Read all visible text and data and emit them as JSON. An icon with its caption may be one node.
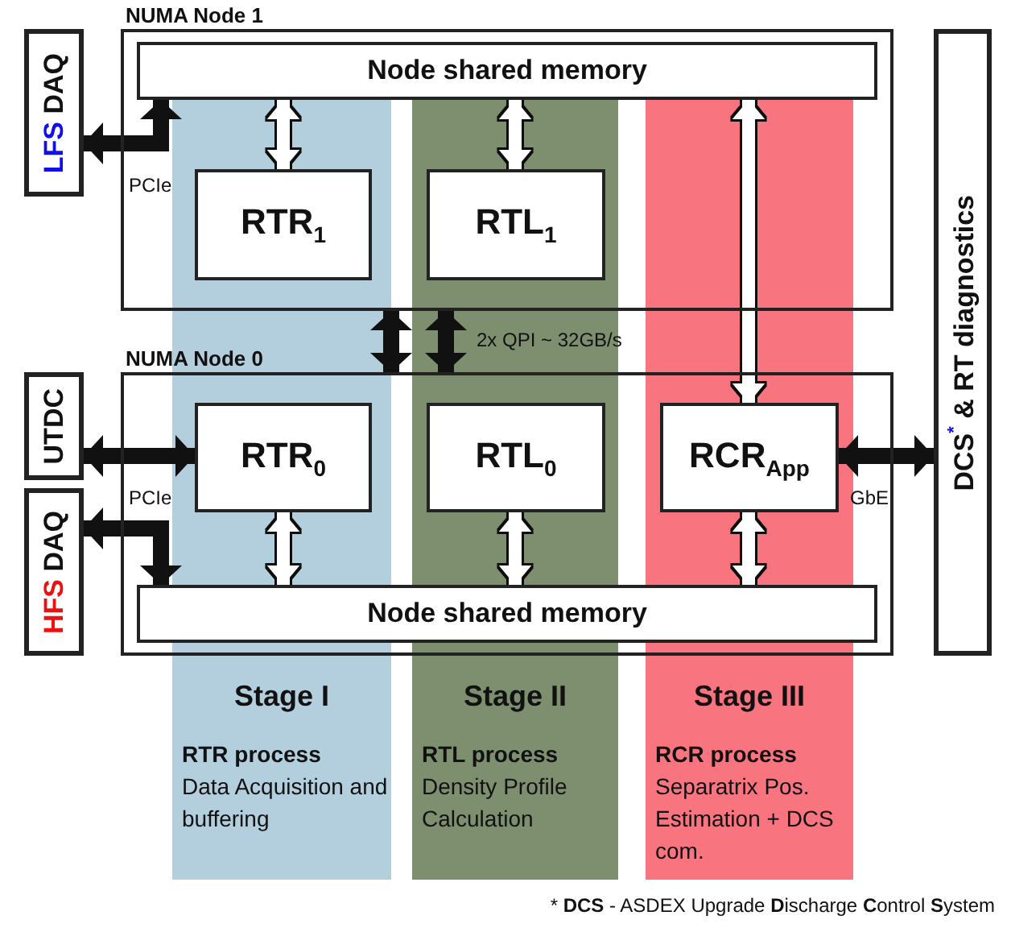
{
  "diagram": {
    "nodes": [
      {
        "text": [
          "NUMA Node 1"
        ]
      },
      {
        "text": [
          "Node shared memory"
        ],
        "in": 0
      },
      {
        "text": [
          "RTR$_{1}$"
        ],
        "in": 0
      },
      {
        "text": [
          "RTL$_{1}$"
        ],
        "in": 0
      },
      {
        "text": [
          "LFS DAQ"
        ]
      },
      {
        "text": [
          "NUMA Node 0"
        ]
      },
      {
        "text": [
          "RTR$_{0}$"
        ],
        "in": 5
      },
      {
        "text": [
          "RTL$_{0}$"
        ],
        "in": 5
      },
      {
        "text": [
          "RCR$_{App}$"
        ],
        "in": 5
      },
      {
        "text": [
          "Node shared memory"
        ],
        "in": 5
      },
      {
        "text": [
          "UTDC"
        ]
      },
      {
        "text": [
          "HFS DAQ"
        ]
      },
      {
        "text": [
          "DCS$^{*}$ & RT diagnostics"
        ]
      },
      {
        "text": [
          "Stage I",
          "RTR process",
          "Data Acquisition and buffering"
        ]
      },
      {
        "text": [
          "Stage II",
          "RTL process",
          "Density Profile Calculation"
        ]
      },
      {
        "text": [
          "Stage III",
          "RCR process",
          "Separatrix Pos. Estimation + DCS com."
        ]
      }
    ],
    "edges": [
      {
        "from": 1,
        "to": 2,
        "arrow": "both"
      },
      {
        "from": 1,
        "to": 3,
        "arrow": "both"
      },
      {
        "from": 1,
        "to": 8,
        "arrow": "both"
      },
      {
        "from": 4,
        "to": 1,
        "arrow": "both",
        "label": "PCIe",
        "color": "#111111"
      },
      {
        "from": 0,
        "to": 5,
        "arrow": "both",
        "color": "#111111"
      },
      {
        "from": 0,
        "to": 5,
        "arrow": "both",
        "label": "2x QPI ~ 32GB/s",
        "color": "#111111"
      },
      {
        "from": 10,
        "to": 6,
        "arrow": "both",
        "label": "PCIe",
        "color": "#111111"
      },
      {
        "from": 11,
        "to": 9,
        "arrow": "both",
        "color": "#111111"
      },
      {
        "from": 6,
        "to": 9,
        "arrow": "both"
      },
      {
        "from": 7,
        "to": 9,
        "arrow": "both"
      },
      {
        "from": 8,
        "to": 9,
        "arrow": "both"
      },
      {
        "from": 8,
        "to": 12,
        "arrow": "both",
        "label": "GbE",
        "color": "#111111"
      }
    ],
    "labels": [
      "* **DCS** - ASDEX Upgrade **D**ischarge **C**ontrol **S**ystem"
    ]
  }
}
